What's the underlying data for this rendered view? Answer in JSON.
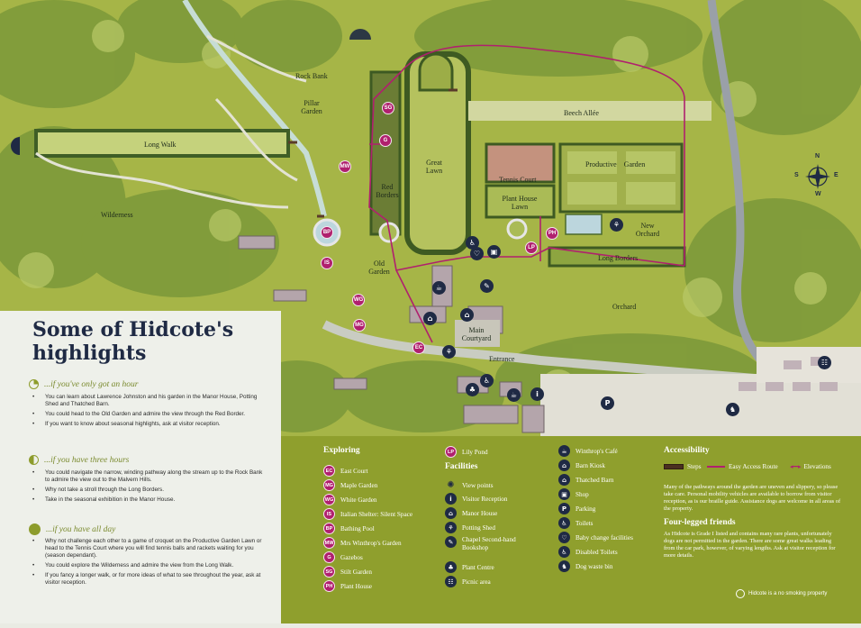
{
  "map": {
    "areas": [
      {
        "id": "rock-bank",
        "label": "Rock Bank"
      },
      {
        "id": "pillar-garden",
        "label": "Pillar Garden"
      },
      {
        "id": "long-walk",
        "label": "Long Walk"
      },
      {
        "id": "wilderness",
        "label": "Wilderness"
      },
      {
        "id": "great-lawn",
        "label": "Great Lawn"
      },
      {
        "id": "red-borders",
        "label": "Red Borders"
      },
      {
        "id": "old-garden",
        "label": "Old Garden"
      },
      {
        "id": "main-courtyard",
        "label": "Main Courtyard"
      },
      {
        "id": "entrance",
        "label": "Entrance"
      },
      {
        "id": "beech-allee",
        "label": "Beech Allée"
      },
      {
        "id": "tennis-court",
        "label": "Tennis Court"
      },
      {
        "id": "plant-house-lawn",
        "label": "Plant House Lawn"
      },
      {
        "id": "productive-garden",
        "label": "Productive    Garden"
      },
      {
        "id": "new-orchard",
        "label": "New Orchard"
      },
      {
        "id": "long-borders",
        "label": "Long Borders"
      },
      {
        "id": "orchard",
        "label": "Orchard"
      }
    ],
    "pins": [
      {
        "code": "SG"
      },
      {
        "code": "G"
      },
      {
        "code": "MW"
      },
      {
        "code": "BP"
      },
      {
        "code": "IS"
      },
      {
        "code": "WG"
      },
      {
        "code": "MG"
      },
      {
        "code": "EC"
      },
      {
        "code": "LP"
      },
      {
        "code": "PH"
      }
    ],
    "compass": {
      "n": "N",
      "e": "E",
      "s": "S",
      "w": "W"
    }
  },
  "panel": {
    "title": "Some of Hidcote's highlights",
    "sections": [
      {
        "heading": "...if you've only got an hour",
        "icon": "quarter-clock-icon",
        "items": [
          "You can learn about Lawrence Johnston and his garden in the Manor House, Potting Shed and Thatched Barn.",
          "You could head to the Old Garden and admire the view through the Red Border.",
          "If you want to know about seasonal highlights, ask at visitor reception."
        ]
      },
      {
        "heading": "...if you have three hours",
        "icon": "half-clock-icon",
        "items": [
          "You could navigate the narrow, winding pathway along the stream up to the Rock Bank to admire the view out to the Malvern Hills.",
          "Why not take a stroll through the Long Borders.",
          "Take in the seasonal exhibition in the Manor House."
        ]
      },
      {
        "heading": "...if you have all day",
        "icon": "full-clock-icon",
        "items": [
          "Why not challenge each other to a game of croquet on the Productive Garden Lawn or head to the Tennis Court where you will find tennis balls and rackets waiting for you (season dependant).",
          "You could explore the Wilderness and admire the view from the Long Walk.",
          "If you fancy a longer walk, or for more ideas of what to see throughout the year, ask at visitor reception."
        ]
      }
    ]
  },
  "legend": {
    "exploring_heading": "Exploring",
    "exploring": [
      {
        "code": "EC",
        "label": "East Court"
      },
      {
        "code": "MG",
        "label": "Maple Garden"
      },
      {
        "code": "WG",
        "label": "White Garden"
      },
      {
        "code": "IS",
        "label": "Italian Shelter: Silent Space"
      },
      {
        "code": "BP",
        "label": "Bathing Pool"
      },
      {
        "code": "MW",
        "label": "Mrs Winthrop's Garden"
      },
      {
        "code": "G",
        "label": "Gazebos"
      },
      {
        "code": "SG",
        "label": "Stilt Garden"
      },
      {
        "code": "PH",
        "label": "Plant House"
      }
    ],
    "lily_pond": {
      "code": "LP",
      "label": "Lily Pond"
    },
    "facilities_heading": "Facilities",
    "facilities_a": [
      {
        "icon": "view-points-icon",
        "glyph": "✺",
        "label": "View points"
      },
      {
        "icon": "info-icon",
        "glyph": "i",
        "label": "Visitor Reception"
      },
      {
        "icon": "manor-house-icon",
        "glyph": "⌂",
        "label": "Manor House"
      },
      {
        "icon": "potting-shed-icon",
        "glyph": "⚘",
        "label": "Potting Shed"
      },
      {
        "icon": "bookshop-icon",
        "glyph": "✎",
        "label": "Chapel Second-hand Bookshop"
      },
      {
        "icon": "plant-centre-icon",
        "glyph": "♣",
        "label": "Plant Centre"
      },
      {
        "icon": "picnic-area-icon",
        "glyph": "☷",
        "label": "Picnic area"
      }
    ],
    "facilities_b": [
      {
        "icon": "cafe-icon",
        "glyph": "☕",
        "label": "Winthrop's Café"
      },
      {
        "icon": "barn-kiosk-icon",
        "glyph": "⌂",
        "label": "Barn Kiosk"
      },
      {
        "icon": "thatched-barn-icon",
        "glyph": "⌂",
        "label": "Thatched Barn"
      },
      {
        "icon": "shop-icon",
        "glyph": "▣",
        "label": "Shop"
      },
      {
        "icon": "parking-icon",
        "glyph": "P",
        "label": "Parking"
      },
      {
        "icon": "toilets-icon",
        "glyph": "♿",
        "label": "Toilets"
      },
      {
        "icon": "baby-change-icon",
        "glyph": "♡",
        "label": "Baby change facilities"
      },
      {
        "icon": "disabled-toilets-icon",
        "glyph": "♿",
        "label": "Disabled Toilets"
      },
      {
        "icon": "dog-bin-icon",
        "glyph": "♞",
        "label": "Dog waste bin"
      }
    ],
    "accessibility_heading": "Accessibility",
    "access_keys": [
      {
        "icon": "steps-icon",
        "label": "Steps"
      },
      {
        "icon": "easy-access-route-icon",
        "label": "Easy Access Route"
      },
      {
        "icon": "elevations-icon",
        "label": "Elevations"
      }
    ],
    "accessibility_text": "Many of the pathways around the garden are uneven and slippery, so please take care. Personal mobility vehicles are available to borrow from visitor reception, as is our braille guide. Assistance dogs are welcome in all areas of the property.",
    "four_legged_heading": "Four-legged friends",
    "four_legged_text": "As Hidcote is Grade I listed and contains many rare plants, unfortunately dogs are not permitted in the garden. There are some great walks leading from the car park, however, of varying lengths. Ask at visitor reception for more details.",
    "no_smoking": "Hidcote is a no smoking property"
  },
  "colors": {
    "accent": "#b0206e",
    "olive": "#8f9f2d",
    "navy": "#1f2a44",
    "grass": "#a9b84a",
    "hedge": "#4b6a2d"
  }
}
